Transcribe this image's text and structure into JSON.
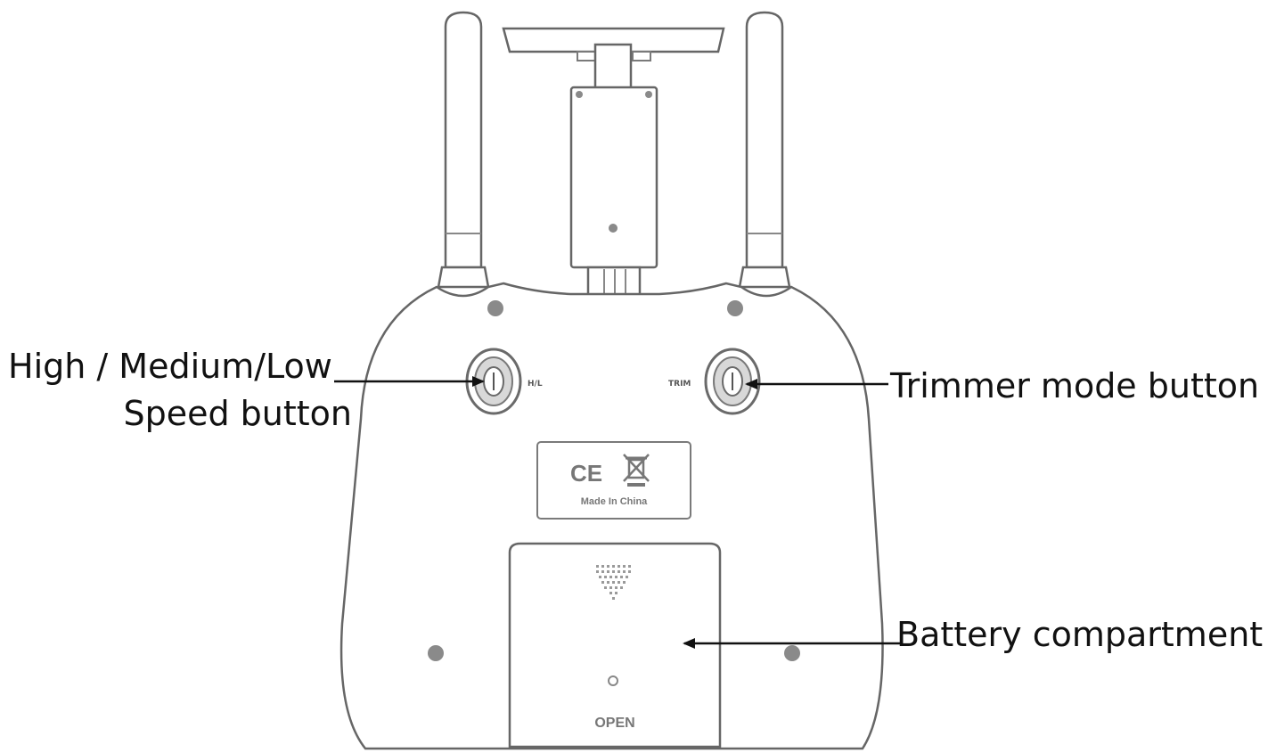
{
  "labels": {
    "speed_button_line1": "High / Medium/Low",
    "speed_button_line2": "Speed button",
    "trimmer_button": "Trimmer mode button",
    "battery_compartment": "Battery compartment"
  },
  "controller_markings": {
    "left_button": "H/L",
    "right_button": "TRIM",
    "ce_mark": "CE",
    "made_in": "Made In China",
    "battery_cover": "OPEN"
  },
  "colors": {
    "outline": "#666666",
    "screw": "#8a8a8a",
    "text": "#111111"
  }
}
